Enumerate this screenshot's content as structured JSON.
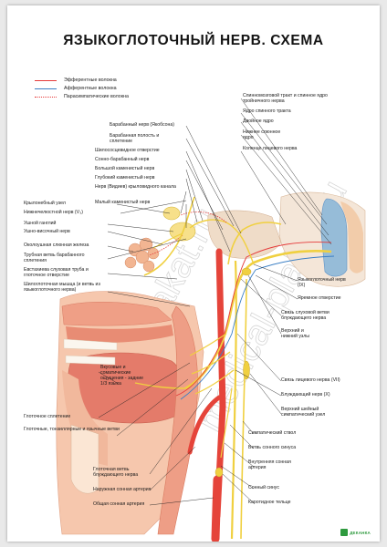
{
  "title": "ЯЗЫКОГЛОТОЧНЫЙ НЕРВ. СХЕМА",
  "legend": [
    {
      "label": "Эфферентные волокна",
      "color": "#e53a3a",
      "style": "solid"
    },
    {
      "label": "Афферентные волокна",
      "color": "#3b7fc4",
      "style": "solid"
    },
    {
      "label": "Парасимпатические волокна",
      "color": "#e53a3a",
      "style": "dotted"
    }
  ],
  "labels_right": [
    "Спинномозговой тракт и спинное ядро тройничного нерва",
    "Ядро спинного тракта",
    "Двойное ядро",
    "Нижнее слюнное ядро",
    "Коленце лицевого нерва",
    "Языкоглоточный нерв (IX)",
    "Яремное отверстие",
    "Связь слуховой ветви блуждающего нерва",
    "Верхний и нижний узлы",
    "Связь лицевого нерва (VII)",
    "Блуждающий нерв (X)",
    "Верхний шейный симпатический узел"
  ],
  "labels_middle": [
    "Барабанный нерв (Якобсона)",
    "Барабанная полость и сплетение",
    "Шилососцевидное отверстие",
    "Сонно-барабанный нерв",
    "Большой каменистый нерв",
    "Глубокий каменистый нерв",
    "Нерв (Видиев) крыловидного канала",
    "Малый каменистый нерв",
    "Симпатический ствол",
    "Ветвь сонного синуса",
    "Внутренняя сонная артерия",
    "Сонный синус",
    "Каротидное тельце"
  ],
  "labels_left": [
    "Крылонебный узел",
    "Нижнечелюстной нерв (V₃)",
    "Ушной ганглий",
    "Ушно-височный нерв",
    "Околоушная слюнная железа",
    "Трубная ветвь барабанного сплетения",
    "Евстахиева слуховая труба и глоточное отверстие",
    "Шилоглоточная мышца (и ветвь из языкоглоточного нерва)",
    "Вкусовые и соматические ощущения - задние 1/3 языка",
    "Глоточное сплетение",
    "Глоточные, тонзиллярные и язычные ветви",
    "Глоточная ветвь блуждающего нерва",
    "Наружная сонная артерия",
    "Общая сонная артерия"
  ],
  "watermark": "medical-plakat.ru",
  "logo": "ДЕКАНКА",
  "colors": {
    "efferent": "#e53a3a",
    "afferent": "#3b7fc4",
    "nerve": "#f0d040",
    "tissue": "#f3b79a"
  }
}
